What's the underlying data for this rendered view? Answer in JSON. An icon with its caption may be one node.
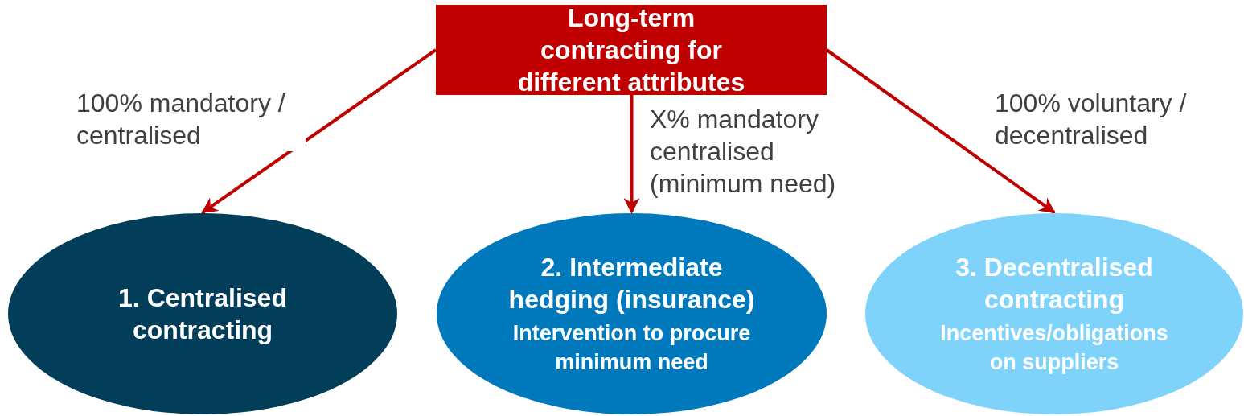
{
  "diagram": {
    "nodes": [
      {
        "text": [
          "Long-term contracting for different attributes"
        ]
      },
      {
        "text": [
          "1. Centralised contracting"
        ]
      },
      {
        "text": [
          "2. Intermediate hedging (insurance)",
          "Intervention to procure minimum need"
        ]
      },
      {
        "text": [
          "3. Decentralised contracting",
          "Incentives/obligations on suppliers"
        ]
      }
    ],
    "edges": [
      {
        "from": 0,
        "to": 1,
        "arrow": "to",
        "label": "100% mandatory / centralised"
      },
      {
        "from": 0,
        "to": 2,
        "arrow": "to",
        "label": "X% mandatory centralised (minimum need)"
      },
      {
        "from": 0,
        "to": 3,
        "arrow": "to",
        "label": "100% voluntary / decentralised"
      }
    ]
  }
}
